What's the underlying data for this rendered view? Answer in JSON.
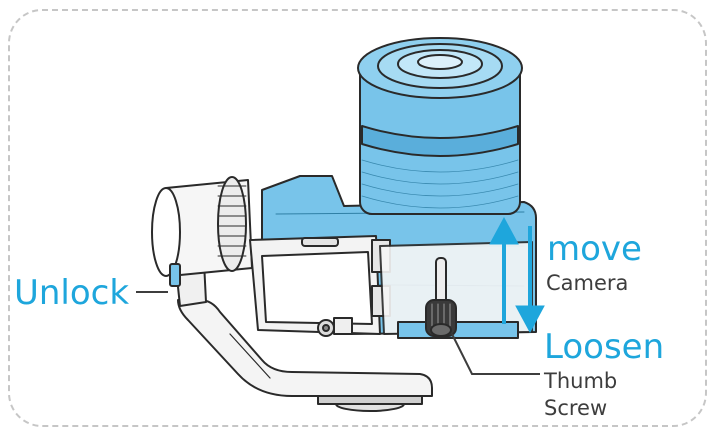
{
  "labels": {
    "unlock": "Unlock",
    "move": "move",
    "camera": "Camera",
    "loosen": "Loosen",
    "thumb": "Thumb",
    "screw": "Screw"
  },
  "colors": {
    "accent_blue": "#1ea6dc",
    "camera_blue": "#78c4ea",
    "outline": "#2a2a2a",
    "label_gray": "#3d3d3d",
    "frame_gray": "#c6c6c6"
  }
}
